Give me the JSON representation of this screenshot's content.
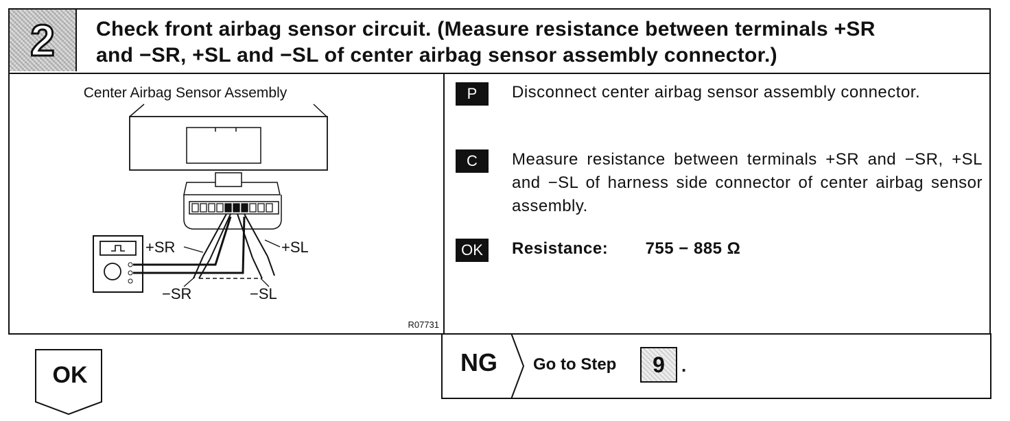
{
  "step": {
    "number": "2",
    "title_line1": "Check front airbag sensor circuit. (Measure resistance between terminals +SR",
    "title_line2": "and −SR, +SL and −SL of center airbag sensor assembly connector.)"
  },
  "diagram": {
    "caption": "Center Airbag Sensor Assembly",
    "labels": {
      "plus_sr": "+SR",
      "plus_sl": "+SL",
      "minus_sr": "−SR",
      "minus_sl": "−SL"
    },
    "figure_code": "R07731"
  },
  "instructions": [
    {
      "badge": "P",
      "text": "Disconnect center airbag sensor assembly connector."
    },
    {
      "badge": "C",
      "text": "Measure resistance between terminals +SR and −SR, +SL and −SL of harness side connector of center airbag sensor assembly."
    },
    {
      "badge": "OK",
      "label": "Resistance:",
      "value": "755 − 885 Ω"
    }
  ],
  "ng_branch": {
    "label": "NG",
    "goto_text": "Go to Step",
    "step_ref": "9",
    "period": "."
  },
  "ok_branch": {
    "label": "OK"
  }
}
